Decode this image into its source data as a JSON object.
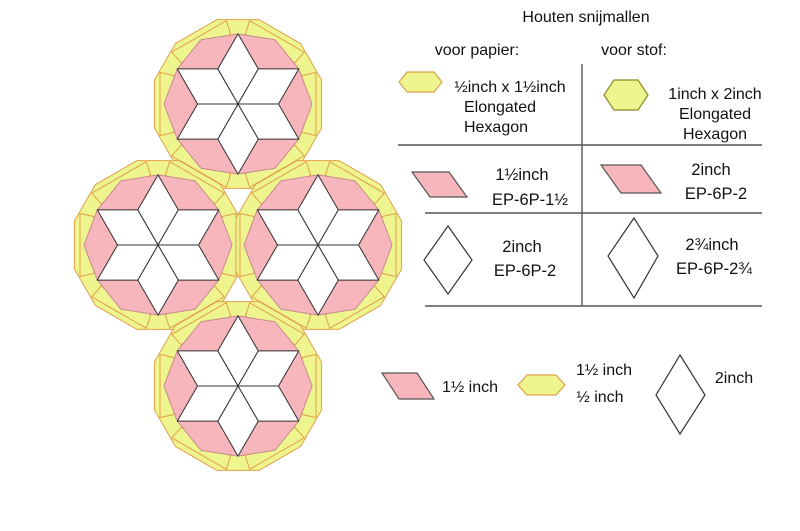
{
  "title": "Houten snijmallen",
  "columns": {
    "paper": "voor papier:",
    "fabric": "voor stof:"
  },
  "rows": [
    {
      "paper": [
        "½inch x 1½inch",
        "Elongated",
        "Hexagon"
      ],
      "fabric": [
        "1inch x 2inch",
        "Elongated",
        "Hexagon"
      ]
    },
    {
      "paper": [
        "1½inch",
        "EP-6P-1½"
      ],
      "fabric": [
        "2inch",
        "EP-6P-2"
      ]
    },
    {
      "paper": [
        "2inch",
        "EP-6P-2"
      ],
      "fabric": [
        "2¾inch",
        "EP-6P-2¾"
      ]
    }
  ],
  "legend": {
    "pink": "1½ inch",
    "hex": [
      "1½ inch",
      "½ inch"
    ],
    "white": "2inch"
  },
  "colors": {
    "pink": "#f7b6bc",
    "yellow": "#eef58e",
    "white": "#ffffff",
    "outline": "#e0a04a",
    "stroke": "#4a4a4a"
  }
}
